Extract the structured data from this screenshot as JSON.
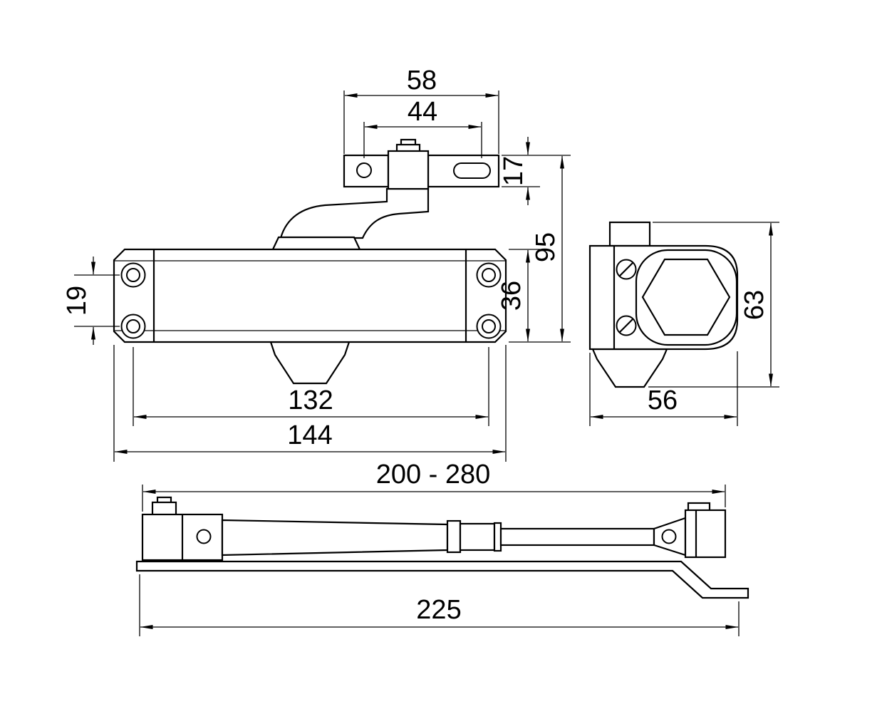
{
  "style": {
    "background": "#ffffff",
    "line_color": "#000000"
  },
  "dimensions": {
    "bracket_width": "58",
    "bracket_hole_span": "44",
    "bracket_height": "17",
    "overall_height": "95",
    "body_height": "36",
    "mount_hole_row_spacing": "19",
    "mount_hole_span": "132",
    "body_length": "144",
    "side_height": "63",
    "side_width": "56",
    "arm_projection_range": "200 - 280",
    "arm_length": "225"
  }
}
